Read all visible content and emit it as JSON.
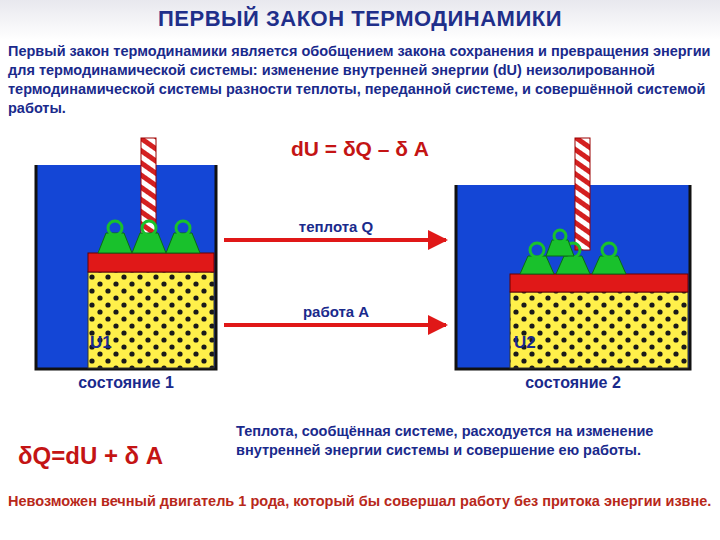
{
  "diagram": {
    "title": "ПЕРВЫЙ ЗАКОН ТЕРМОДИНАМИКИ",
    "nodes": [
      {
        "text": [
          "U1",
          "состояние 1"
        ]
      },
      {
        "text": [
          "U2",
          "состояние 2"
        ]
      }
    ],
    "edges": [
      {
        "from": 0,
        "to": 1,
        "label": "теплота Q",
        "arrow": "to"
      },
      {
        "from": 0,
        "to": 1,
        "label": "работа А",
        "arrow": "to"
      }
    ],
    "labels": [
      "Первый закон термодинамики является обобщением закона сохранения и превращения энергии для термодинамической системы: изменение внутренней энергии (dU) неизолированной термодинамической системы разности теплоты, переданной системе, и совершённой системой работы.",
      "dU = δQ – δ A",
      "δQ=dU + δ A",
      "Теплота, сообщённая системе, расходуется на изменение внутренней энергии системы и совершение ею работы.",
      "Невозможен вечный двигатель 1 рода, который бы совершал работу без притока энергии извне."
    ]
  }
}
